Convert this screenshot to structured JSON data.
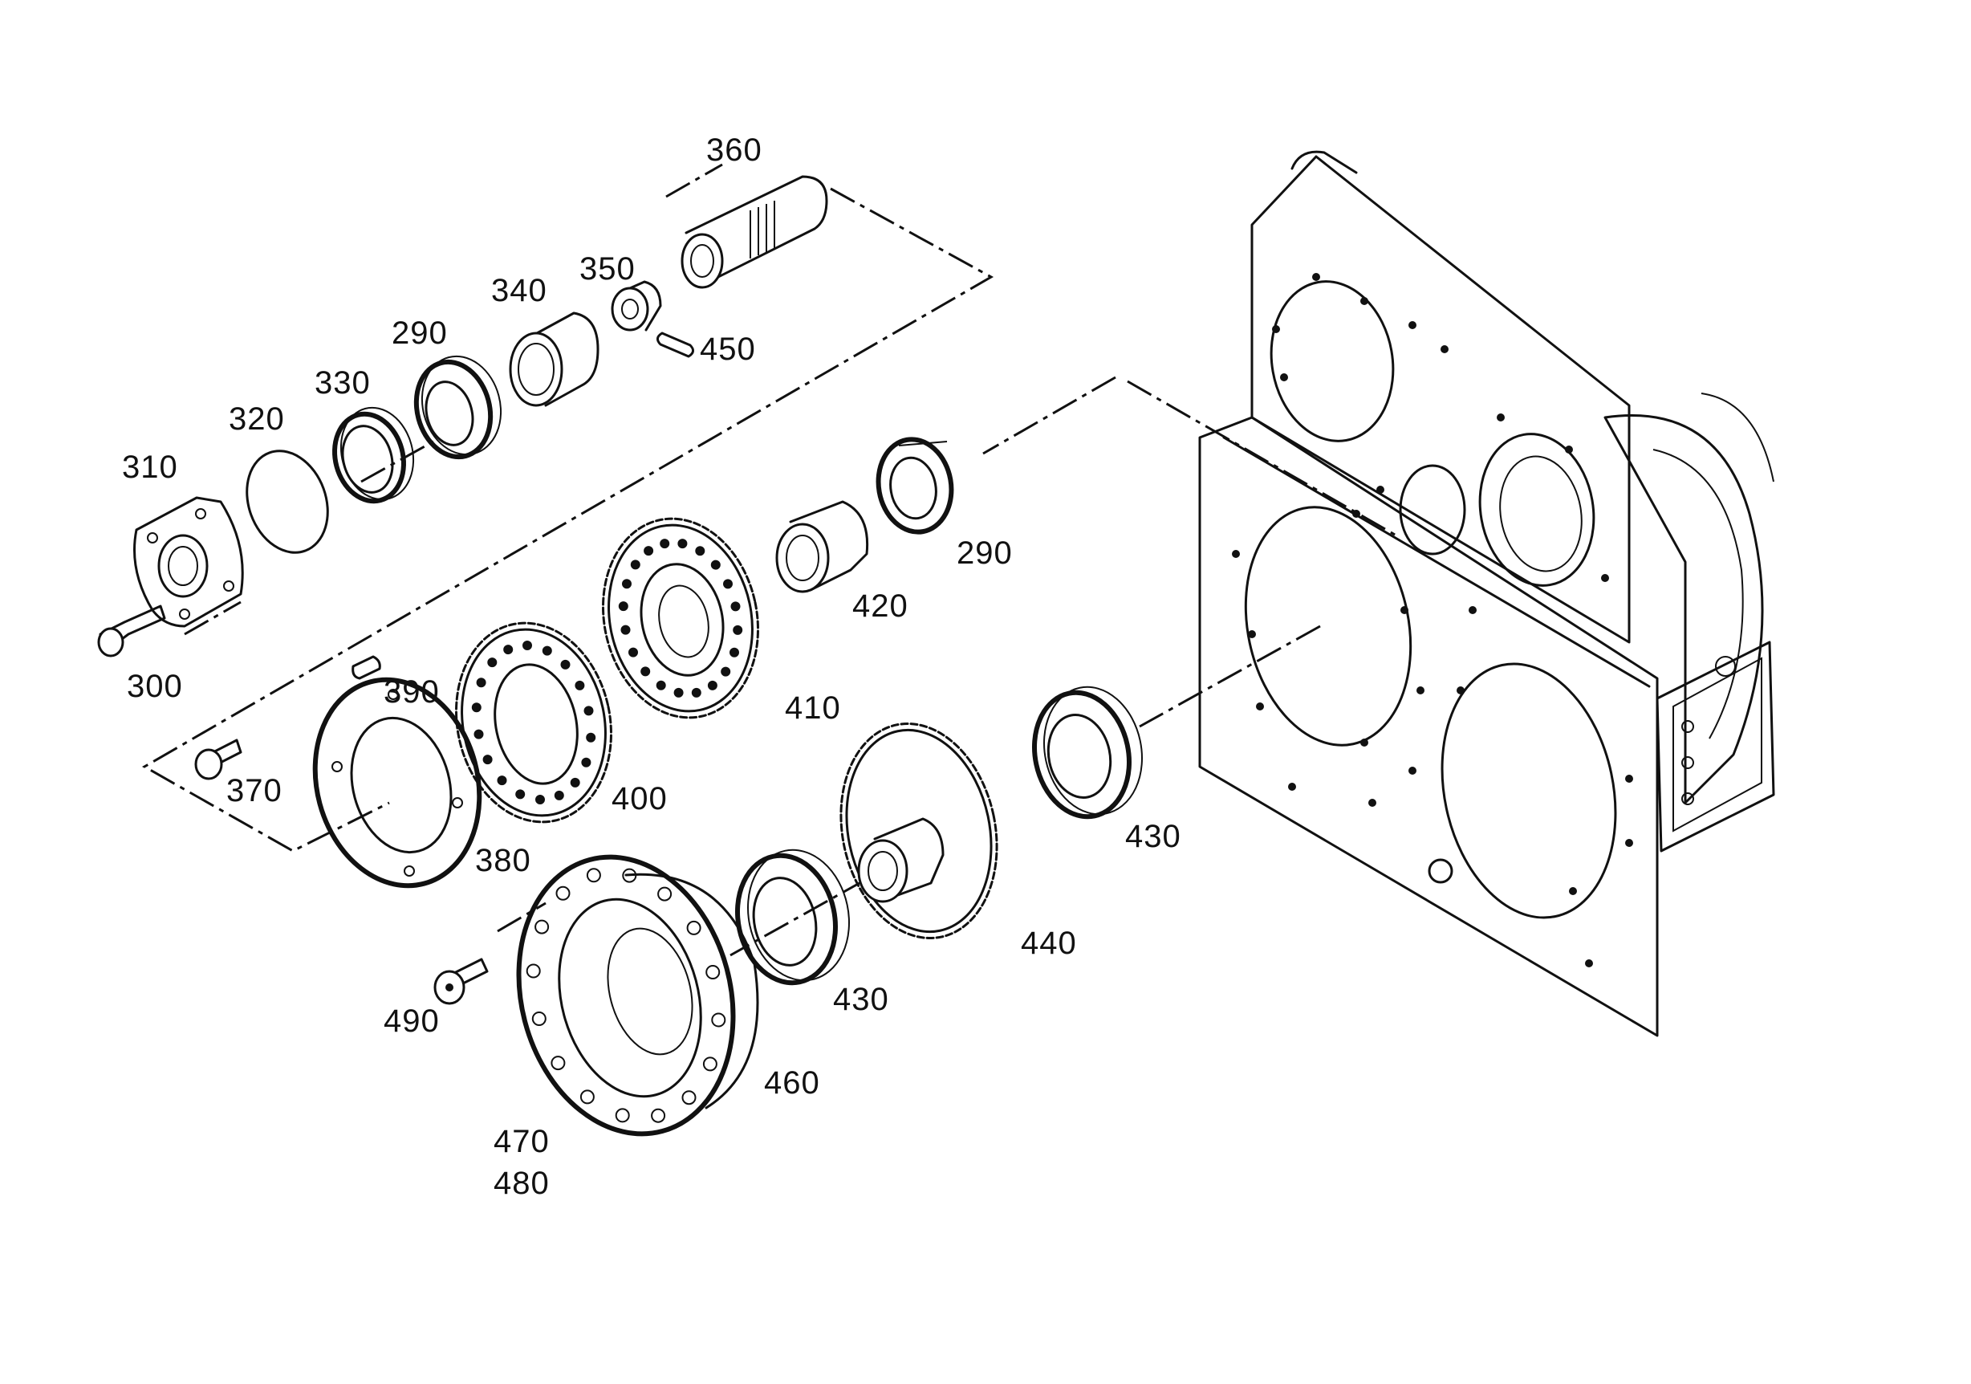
{
  "colors": {
    "line": "#111111",
    "background": "#ffffff"
  },
  "labels": {
    "p360": "360",
    "p350": "350",
    "p340": "340",
    "p450": "450",
    "p290a": "290",
    "p330": "330",
    "p320": "320",
    "p310": "310",
    "p300": "300",
    "p290b": "290",
    "p420": "420",
    "p410": "410",
    "p390": "390",
    "p400": "400",
    "p370": "370",
    "p380": "380",
    "p430a": "430",
    "p440": "440",
    "p430b": "430",
    "p490": "490",
    "p460": "460",
    "p470": "470",
    "p480": "480"
  }
}
